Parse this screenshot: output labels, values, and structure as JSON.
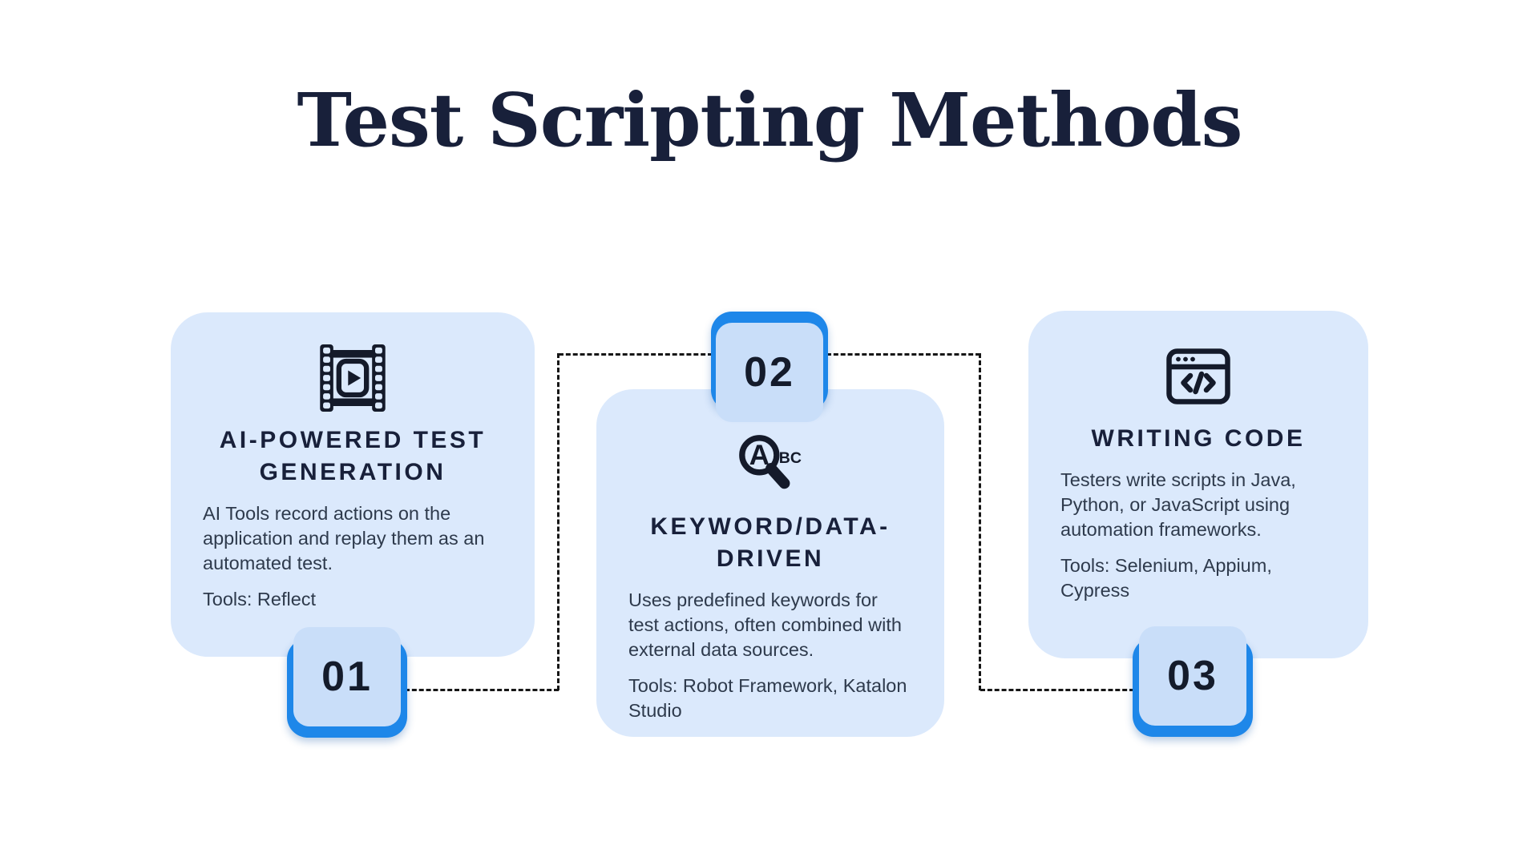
{
  "title": "Test Scripting Methods",
  "colors": {
    "navy": "#18203a",
    "cardBg": "#dbe9fc",
    "badgeFill": "#c9def9",
    "accent": "#1e87e9",
    "bodyText": "#2e3a4c",
    "dash": "#161616",
    "iconInk": "#141a2a"
  },
  "cards": [
    {
      "number": "01",
      "icon": "film-strip-icon",
      "heading": "AI-POWERED TEST GENERATION",
      "description": "AI Tools record actions on the application and replay them as an automated test.",
      "tools": "Tools: Reflect"
    },
    {
      "number": "02",
      "icon": "keyword-search-icon",
      "heading": "KEYWORD/DATA-DRIVEN",
      "description": "Uses predefined keywords for test actions, often combined with external data sources.",
      "tools": "Tools: Robot Framework, Katalon Studio"
    },
    {
      "number": "03",
      "icon": "code-window-icon",
      "heading": "WRITING CODE",
      "description": "Testers write scripts in Java, Python, or JavaScript using automation frameworks.",
      "tools": "Tools: Selenium, Appium, Cypress"
    }
  ]
}
